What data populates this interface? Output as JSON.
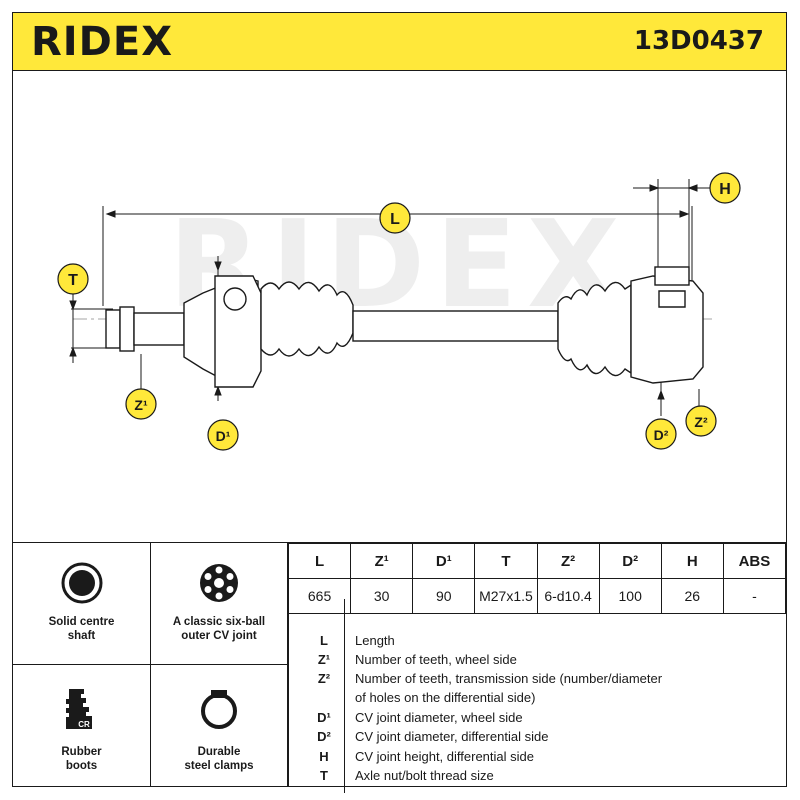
{
  "header": {
    "brand": "RIDEX",
    "part_number": "13D0437"
  },
  "drawing": {
    "watermark": "RIDEX",
    "labels": {
      "L": "L",
      "T": "T",
      "Z1": "Z¹",
      "D1": "D¹",
      "H": "H",
      "D2": "D²",
      "Z2": "Z²"
    }
  },
  "features": [
    {
      "icon": "solid-centre-shaft-icon",
      "line1": "Solid centre",
      "line2": "shaft"
    },
    {
      "icon": "six-ball-cv-joint-icon",
      "line1": "A classic six-ball",
      "line2": "outer CV joint"
    },
    {
      "icon": "rubber-boot-icon",
      "line1": "Rubber",
      "line2": "boots"
    },
    {
      "icon": "steel-clamp-icon",
      "line1": "Durable",
      "line2": "steel clamps"
    }
  ],
  "spec_table": {
    "headers": [
      "L",
      "Z¹",
      "D¹",
      "T",
      "Z²",
      "D²",
      "H",
      "ABS"
    ],
    "values": [
      "665",
      "30",
      "90",
      "M27x1.5",
      "6-d10.4",
      "100",
      "26",
      "-"
    ]
  },
  "legend": [
    {
      "key": "L",
      "text": "Length"
    },
    {
      "key": "Z¹",
      "text": "Number of teeth, wheel side"
    },
    {
      "key": "Z²",
      "text": "Number of teeth, transmission side (number/diameter"
    },
    {
      "key": "",
      "text": "of holes on the differential side)"
    },
    {
      "key": "D¹",
      "text": "CV joint diameter, wheel side"
    },
    {
      "key": "D²",
      "text": "CV joint diameter, differential side"
    },
    {
      "key": "H",
      "text": "CV joint height, differential side"
    },
    {
      "key": "T",
      "text": "Axle nut/bolt thread size"
    }
  ],
  "colors": {
    "accent": "#ffe83a",
    "ink": "#1a1a1a",
    "watermark": "#ececec"
  }
}
